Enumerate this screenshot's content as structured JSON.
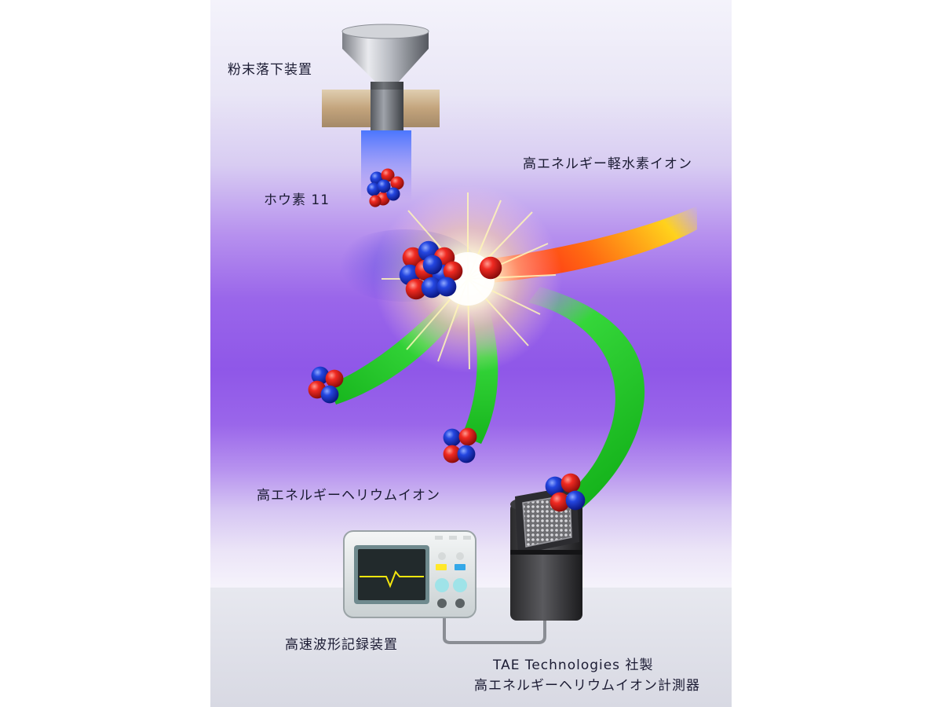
{
  "labels": {
    "powder_dropper": "粉末落下装置",
    "boron11": "ホウ素 11",
    "proton_ion": "高エネルギー軽水素イオン",
    "helium_ion": "高エネルギーヘリウムイオン",
    "waveform_recorder": "高速波形記録装置",
    "detector_line1": "TAE Technologies 社製",
    "detector_line2": "高エネルギーヘリウムイオン計測器"
  },
  "colors": {
    "proton": "#e0201c",
    "neutron": "#1f3fd8",
    "helium_trail": "#38d33a",
    "proton_trail": "#ff5a18",
    "background_purple": "#8f57e8",
    "oscilloscope_trace": "#f4e60e"
  }
}
